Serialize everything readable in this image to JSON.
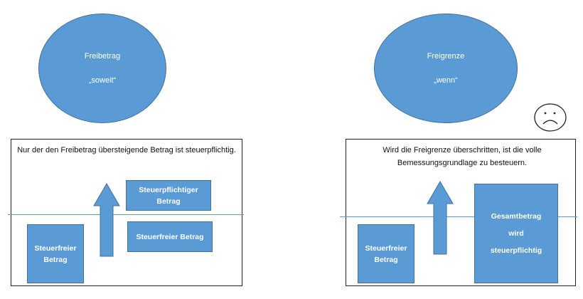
{
  "left": {
    "ellipse": {
      "line1": "Freibetrag",
      "line2": "„soweit“"
    },
    "caption": "Nur der den Freibetrag übersteigende Betrag ist steuerpflichtig.",
    "blocks": {
      "steuerfrei_left": "Steuerfreier Betrag",
      "steuerpflichtig": "Steuerpflichtiger Betrag",
      "steuerfrei_right": "Steuerfreier Betrag"
    }
  },
  "right": {
    "ellipse": {
      "line1": "Freigrenze",
      "line2": "„wenn“"
    },
    "caption": "Wird die Freigrenze überschritten, ist die volle Bemessungsgrundlage zu besteuern.",
    "blocks": {
      "steuerfrei": "Steuerfreier Betrag",
      "gesamt": "Gesamtbetrag wird steuerpflichtig"
    },
    "face_icon": "sad-face-icon"
  },
  "colors": {
    "shape_fill": "#5b9bd5",
    "shape_border": "#41719c",
    "threshold_line": "#5b9bd5"
  }
}
